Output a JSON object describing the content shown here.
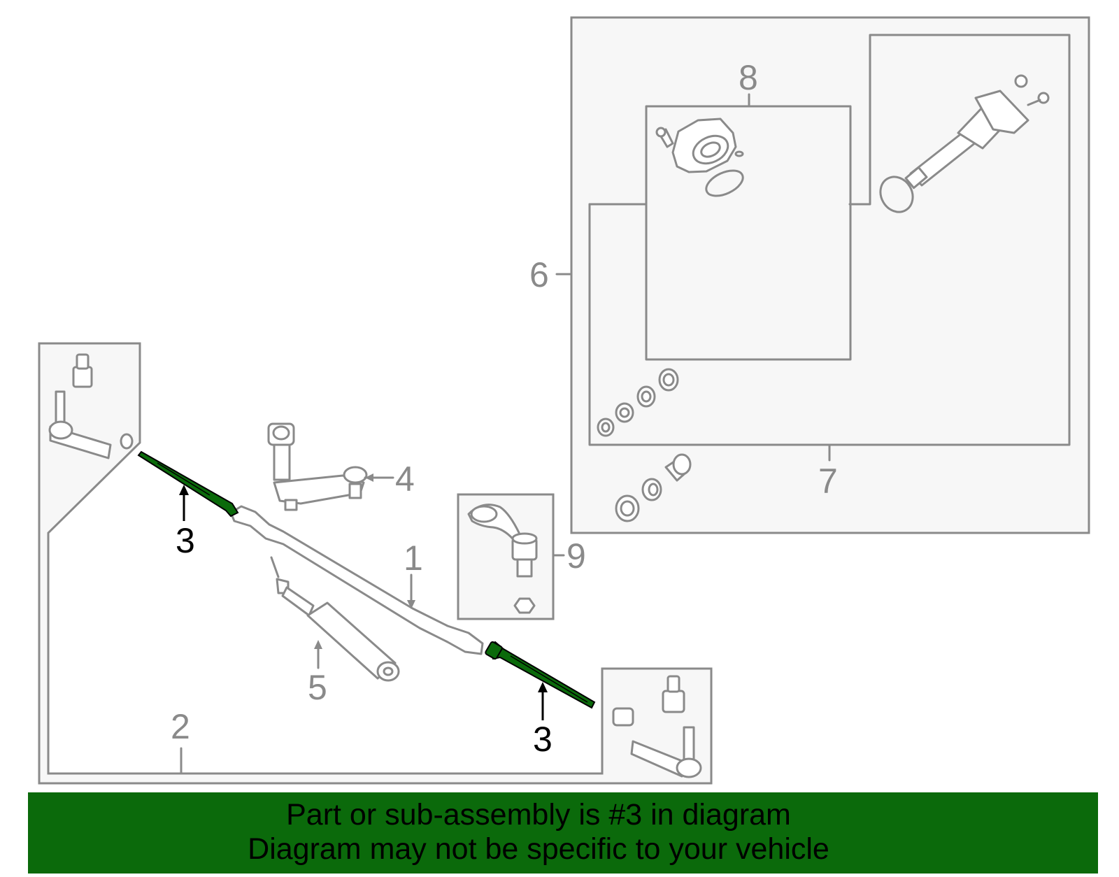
{
  "diagram": {
    "callouts": {
      "c1": "1",
      "c2": "2",
      "c3_left": "3",
      "c3_right": "3",
      "c4": "4",
      "c5": "5",
      "c6": "6",
      "c7": "7",
      "c8": "8",
      "c9": "9"
    },
    "highlighted_part": "3",
    "colors": {
      "line": "#8a8a8a",
      "panel_fill": "#f7f7f7",
      "highlight": "#0b6a0b",
      "caption_bg": "#0b6a0b"
    }
  },
  "caption": {
    "line1": "Part or sub-assembly is #3 in diagram",
    "line2": "Diagram may not be specific to your vehicle"
  }
}
